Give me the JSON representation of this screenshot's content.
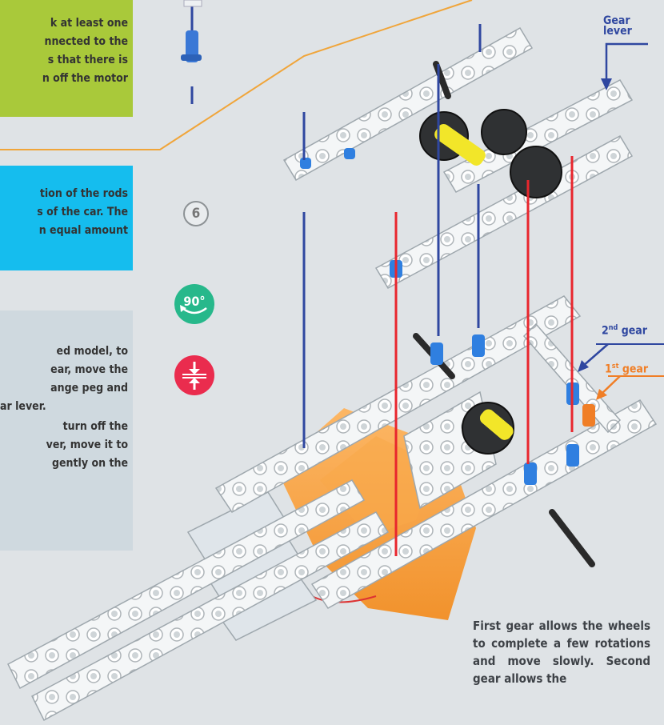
{
  "green_box": {
    "lines": [
      "k at least one",
      "nnected to the",
      "s that there is",
      "n off the motor"
    ]
  },
  "blue_box": {
    "lines": [
      "tion of the rods",
      "s of the car. The",
      "n equal amount"
    ]
  },
  "light_box": {
    "lines": [
      "ed model, to",
      "ear, move the",
      "ange peg and",
      "ar lever.",
      "turn off the",
      "ver, move it to",
      "gently on the"
    ]
  },
  "step_number": "6",
  "rotate_label": "90°",
  "labels": {
    "gear_lever": [
      "Gear",
      "lever"
    ],
    "second_gear": {
      "prefix": "2",
      "sup": "nd",
      "word": "gear"
    },
    "first_gear": {
      "prefix": "1",
      "sup": "st",
      "word": "gear"
    }
  },
  "bottom_text": "First gear allows the wheels to complete a few rotations and move slowly. Second gear allows the",
  "colors": {
    "green": "#a9c93a",
    "blue": "#15bdee",
    "light": "#cfd9df",
    "rod_blue": "#2f47a0",
    "rod_red": "#e8262d",
    "orange": "#f07e26"
  }
}
